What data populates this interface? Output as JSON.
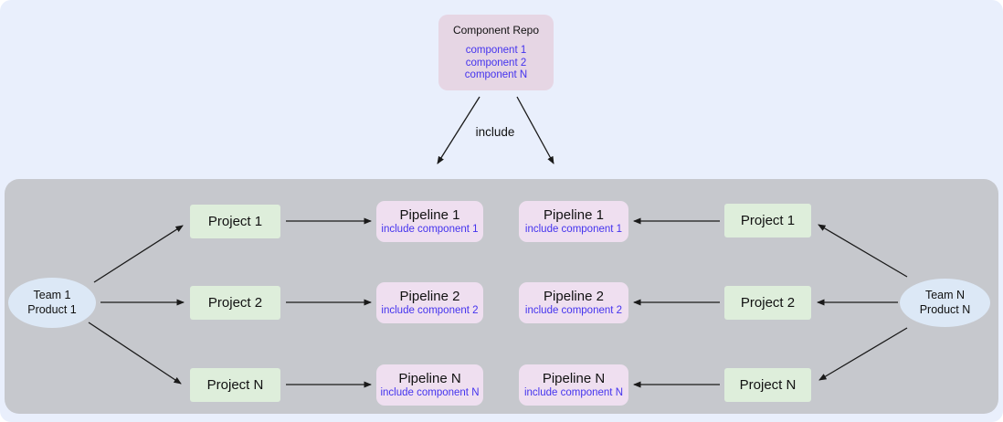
{
  "colors": {
    "top-bg": "#e9effc",
    "panel-bg": "#c6c8cd",
    "repo-bg": "#e6d6e4",
    "pipeline-bg": "#efdff0",
    "project-bg": "#deeedb",
    "ellipse-bg": "#dce8f6",
    "blue-text": "#4433ee",
    "ink": "#111111",
    "arrow": "#1a1a1a"
  },
  "component_repo": {
    "title": "Component Repo",
    "components": [
      "component 1",
      "component 2",
      "component N"
    ]
  },
  "include_label": "include",
  "left_cluster": {
    "team": {
      "line1": "Team 1",
      "line2": "Product 1"
    },
    "rows": [
      {
        "project": "Project 1",
        "pipeline": "Pipeline 1",
        "pipeline_sub": "include component 1"
      },
      {
        "project": "Project 2",
        "pipeline": "Pipeline 2",
        "pipeline_sub": "include component 2"
      },
      {
        "project": "Project N",
        "pipeline": "Pipeline N",
        "pipeline_sub": "include component N"
      }
    ]
  },
  "right_cluster": {
    "team": {
      "line1": "Team N",
      "line2": "Product N"
    },
    "rows": [
      {
        "project": "Project 1",
        "pipeline": "Pipeline 1",
        "pipeline_sub": "include component 1"
      },
      {
        "project": "Project 2",
        "pipeline": "Pipeline 2",
        "pipeline_sub": "include component 2"
      },
      {
        "project": "Project N",
        "pipeline": "Pipeline N",
        "pipeline_sub": "include component N"
      }
    ]
  }
}
